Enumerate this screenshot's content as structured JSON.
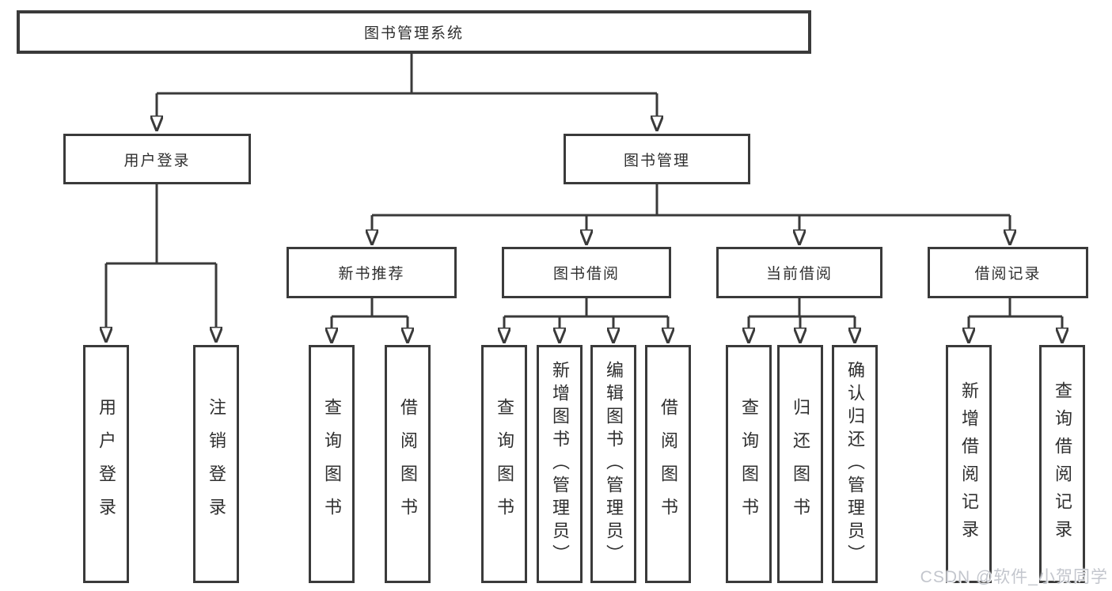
{
  "colors": {
    "line": "#3a3a3a",
    "box_border": "#3a3a3a",
    "text": "#2f2f2f",
    "background": "#ffffff",
    "watermark": "#c3c6cd"
  },
  "tree": {
    "root": {
      "label": "图书管理系统",
      "children": [
        {
          "label": "用户登录",
          "children": [
            {
              "label": "用户登录"
            },
            {
              "label": "注销登录"
            }
          ]
        },
        {
          "label": "图书管理",
          "children": [
            {
              "label": "新书推荐",
              "children": [
                {
                  "label": "查询图书"
                },
                {
                  "label": "借阅图书"
                }
              ]
            },
            {
              "label": "图书借阅",
              "children": [
                {
                  "label": "查询图书"
                },
                {
                  "label": "新增图书（管理员）"
                },
                {
                  "label": "编辑图书（管理员）"
                },
                {
                  "label": "借阅图书"
                }
              ]
            },
            {
              "label": "当前借阅",
              "children": [
                {
                  "label": "查询图书"
                },
                {
                  "label": "归还图书"
                },
                {
                  "label": "确认归还（管理员）"
                }
              ]
            },
            {
              "label": "借阅记录",
              "children": [
                {
                  "label": "新增借阅记录"
                },
                {
                  "label": "查询借阅记录"
                }
              ]
            }
          ]
        }
      ]
    }
  },
  "watermark": {
    "text": "CSDN @软件_小贺同学"
  }
}
